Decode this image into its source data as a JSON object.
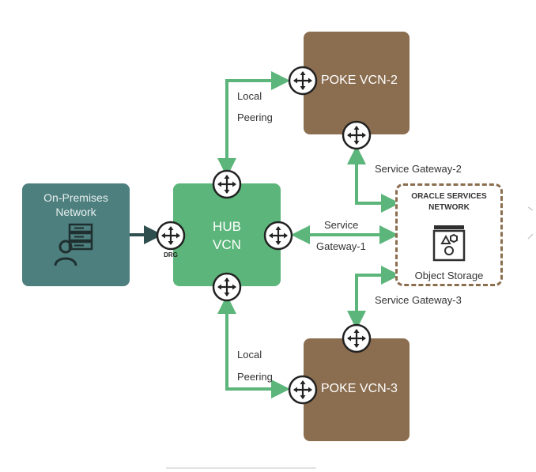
{
  "onprem": {
    "line1": "On-Premises",
    "line2": "Network"
  },
  "drg": {
    "label": "DRG"
  },
  "hub": {
    "line1": "HUB",
    "line2": "VCN"
  },
  "poke2": {
    "label": "POKE VCN-2"
  },
  "poke3": {
    "label": "POKE VCN-3"
  },
  "osn": {
    "line1": "ORACLE SERVICES",
    "line2": "NETWORK",
    "storage": "Object Storage"
  },
  "links": {
    "local_top_1": "Local",
    "local_top_2": "Peering",
    "local_bottom_1": "Local",
    "local_bottom_2": "Peering",
    "sg1_line1": "Service",
    "sg1_line2": "Gateway-1",
    "sg2": "Service Gateway-2",
    "sg3": "Service Gateway-3"
  },
  "colors": {
    "onprem": "#4d7f7e",
    "hub": "#5cb57a",
    "poke": "#8b6d4f",
    "arrow_green": "#5cb57a",
    "arrow_dark": "#2f4f4f",
    "osn_border": "#8b6d4f",
    "text": "#333333"
  },
  "icons": {
    "router": "router-icon",
    "server": "server-user-icon",
    "storage": "object-storage-icon"
  }
}
